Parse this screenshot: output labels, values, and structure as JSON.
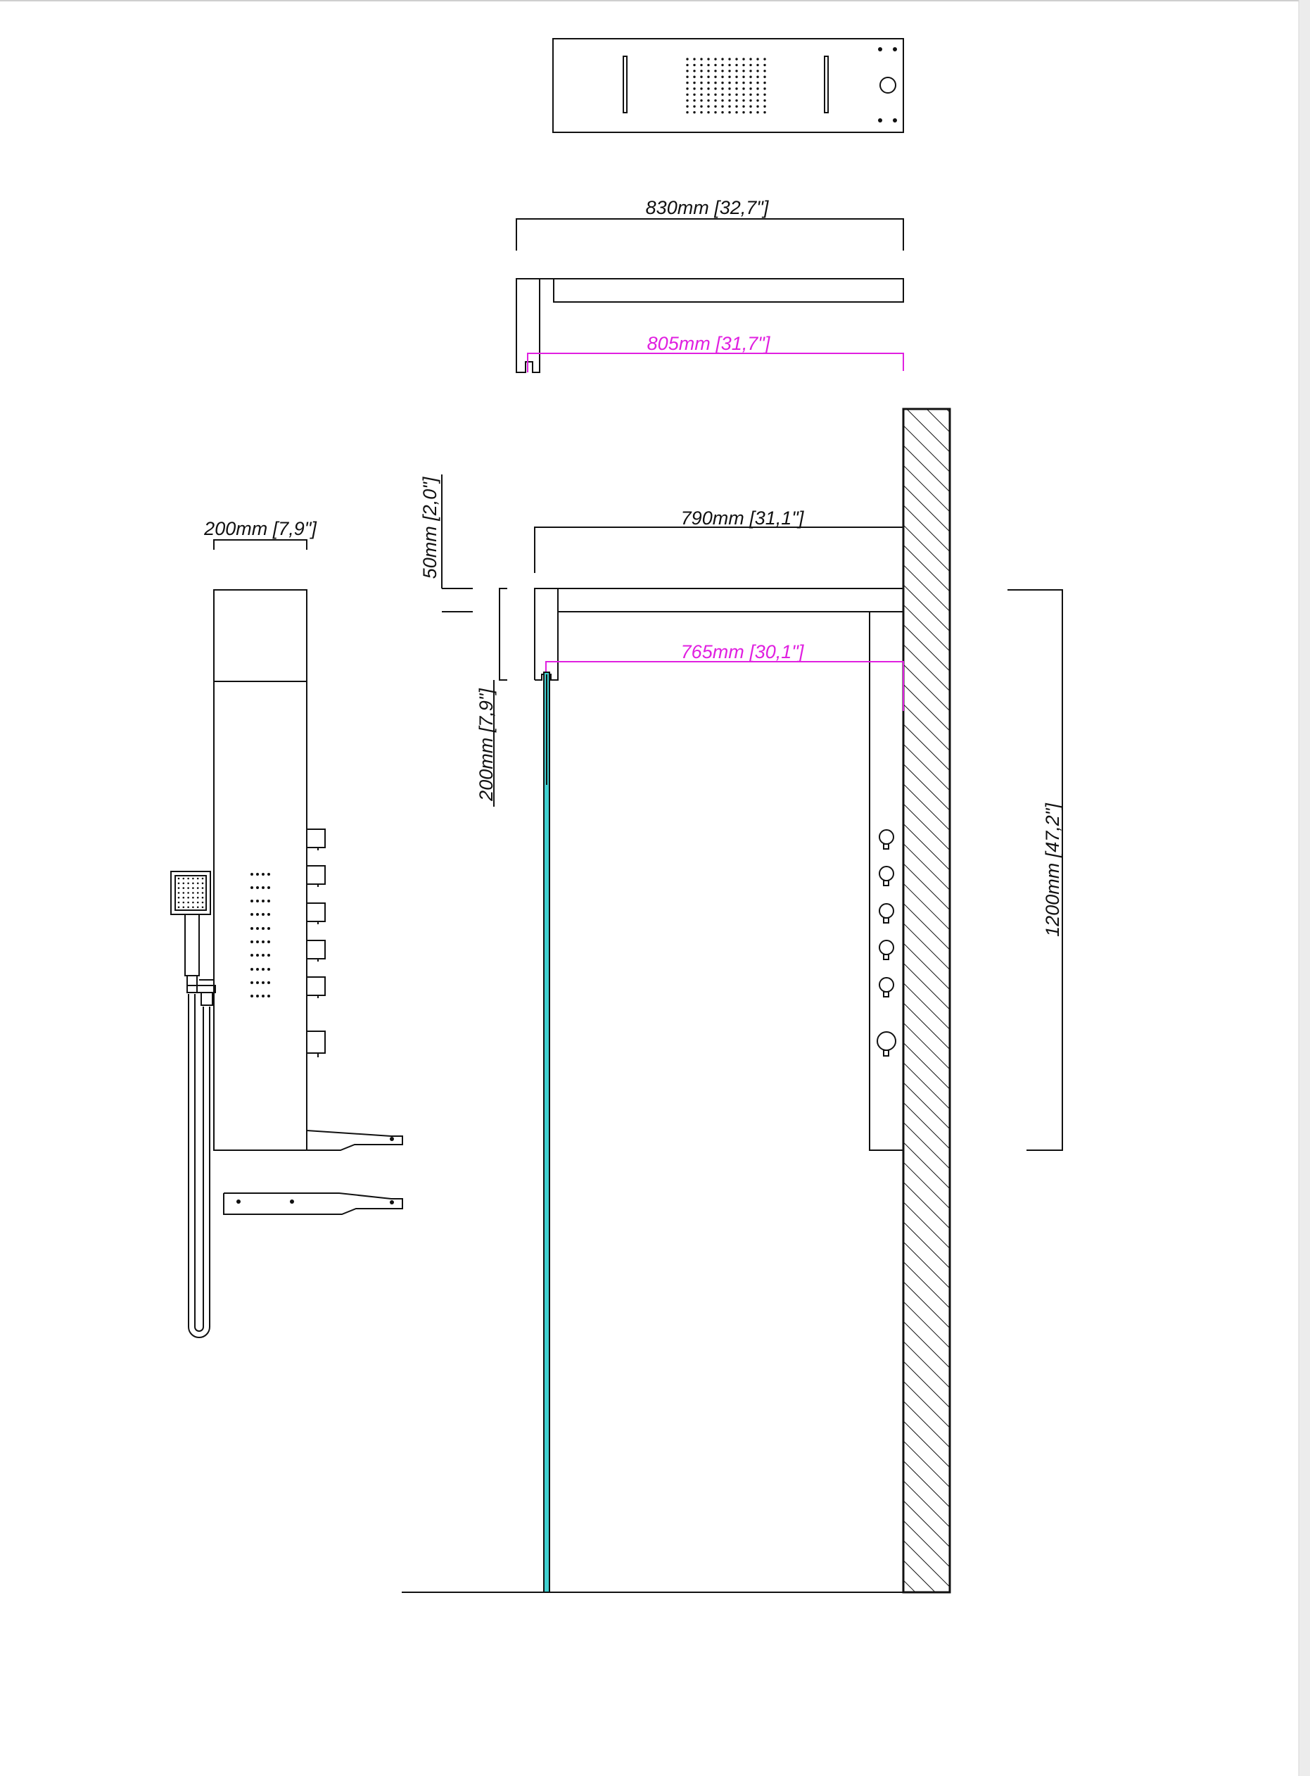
{
  "colors": {
    "line": "#111111",
    "magenta_dimension": "#e020e0",
    "glass": "#40d0d0",
    "scrollbar": "#ececec"
  },
  "dimensions": {
    "top_arm_length": "830mm [32,7\"]",
    "top_arm_inner": "805mm [31,7\"]",
    "side_arm_length": "790mm [31,1\"]",
    "side_arm_inner": "765mm [30,1\"]",
    "arm_thickness": "50mm [2,0\"]",
    "drop_height": "200mm [7,9\"]",
    "panel_width": "200mm [7,9\"]",
    "panel_height": "1200mm [47,2\"]"
  },
  "icons": {
    "shower_head_top": "shower-head-top-view-icon",
    "hand_shower": "hand-shower-icon",
    "wall": "hatched-wall-icon",
    "glass_panel": "glass-panel-icon"
  }
}
